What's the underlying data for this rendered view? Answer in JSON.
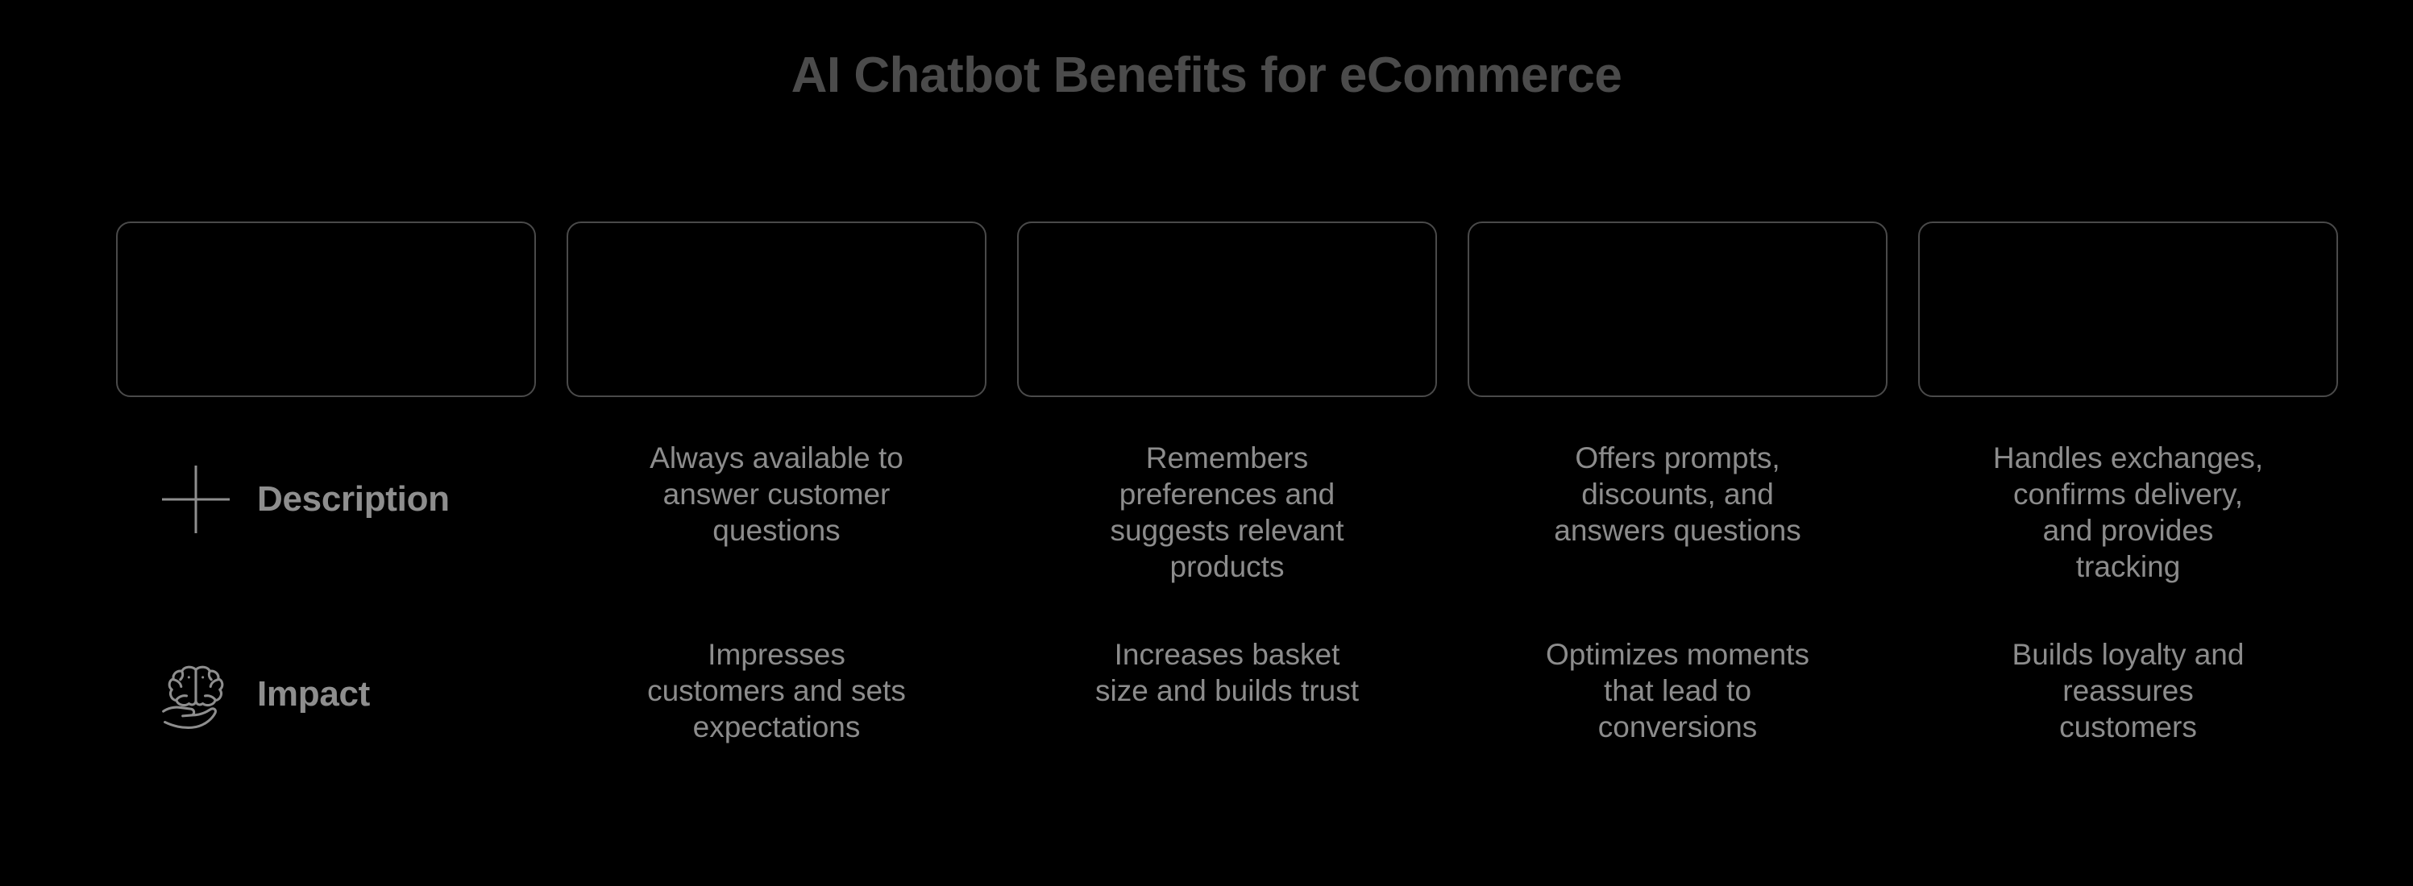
{
  "title": "AI Chatbot Benefits for eCommerce",
  "theme": {
    "background": "#000000",
    "title_color": "#4b4b4b",
    "text_color": "#8c8c8c",
    "label_color": "#8e8e8e",
    "card_border_color": "#4a4a4a"
  },
  "columns": [
    {
      "card_label": ""
    },
    {
      "card_label": ""
    },
    {
      "card_label": ""
    },
    {
      "card_label": ""
    },
    {
      "card_label": ""
    }
  ],
  "rows": [
    {
      "label": "Description",
      "icon": "plus-icon",
      "cells": [
        "Always available to\nanswer customer\nquestions",
        "Remembers\npreferences and\nsuggests relevant\nproducts",
        "Offers prompts,\ndiscounts, and\nanswers questions",
        "Handles exchanges,\nconfirms delivery,\nand provides\ntracking"
      ]
    },
    {
      "label": "Impact",
      "icon": "brain-in-hand-icon",
      "cells": [
        "Impresses\ncustomers and sets\nexpectations",
        "Increases basket\nsize and builds trust",
        "Optimizes moments\nthat lead to\nconversions",
        "Builds loyalty and\nreassures\ncustomers"
      ]
    }
  ]
}
